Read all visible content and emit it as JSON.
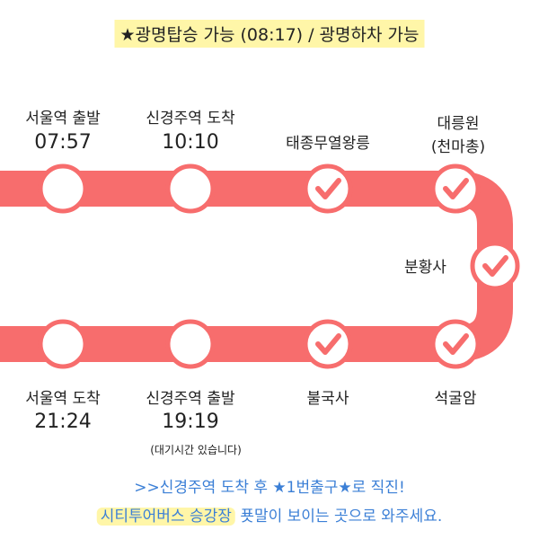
{
  "header": {
    "note": "★광명탑승 가능 (08:17) / 광명하차 가능"
  },
  "route": {
    "color": "#f76d6d",
    "stations_top": [
      {
        "name": "서울역 출발",
        "time": "07:57",
        "done": false
      },
      {
        "name": "신경주역 도착",
        "time": "10:10",
        "done": false
      },
      {
        "name": "태종무열왕릉",
        "done": true
      },
      {
        "name_line1": "대릉원",
        "name_line2": "(천마총)",
        "done": true
      }
    ],
    "station_right": {
      "name": "분황사",
      "done": true
    },
    "stations_bottom": [
      {
        "name": "서울역 도착",
        "time": "21:24",
        "done": false
      },
      {
        "name": "신경주역 출발",
        "time": "19:19",
        "note": "(대기시간 있습니다)",
        "done": false
      },
      {
        "name": "불국사",
        "done": true
      },
      {
        "name": "석굴암",
        "done": true
      }
    ]
  },
  "footer": {
    "line1": ">>신경주역 도착 후 ★1번출구★로 직진!",
    "line2_highlight": "시티투어버스 승강장",
    "line2_rest": " 푯말이 보이는 곳으로 와주세요."
  }
}
